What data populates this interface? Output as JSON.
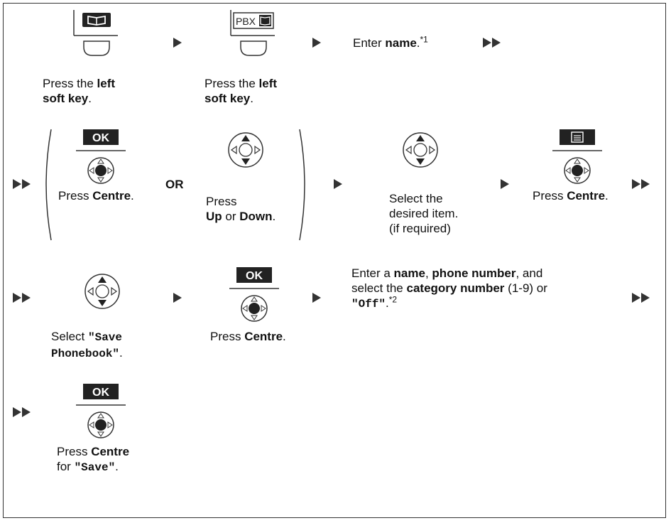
{
  "row1": {
    "step1": {
      "pre": "Press the ",
      "bold": "left",
      "line2": "soft key",
      "end": "."
    },
    "step2": {
      "icon_text": "PBX",
      "pre": "Press the ",
      "bold": "left",
      "line2": "soft key",
      "end": "."
    },
    "step3": {
      "pre": "Enter ",
      "bold": "name",
      "end": ".",
      "sup": "*1"
    }
  },
  "row2": {
    "ok_label": "OK",
    "or_label": "OR",
    "press_centre": {
      "pre": "Press ",
      "bold": "Centre",
      "end": "."
    },
    "press_updown": {
      "line1": "Press",
      "bold1": "Up",
      "mid": " or ",
      "bold2": "Down",
      "end": "."
    },
    "select_item": {
      "line1": "Select the",
      "line2": "desired item.",
      "line3": "(if required)"
    },
    "press_centre2": {
      "pre": "Press ",
      "bold": "Centre",
      "end": "."
    }
  },
  "row3": {
    "select_save": {
      "pre": "Select ",
      "mono1": "\"Save",
      "mono2": "Phonebook\"",
      "end": "."
    },
    "ok_label": "OK",
    "press_centre": {
      "pre": "Press ",
      "bold": "Centre",
      "end": "."
    },
    "enter": {
      "t1": "Enter a ",
      "b1": "name",
      ",": ", ",
      "b2": "phone number",
      "t2": ", and",
      "t3": "select the ",
      "b3": "category number",
      "t4": " (1-9) or",
      "mono": "\"Off\"",
      "t5": ".",
      "sup": "*2"
    }
  },
  "row4": {
    "ok_label": "OK",
    "press": {
      "pre": "Press ",
      "bold": "Centre",
      "line2a": "for ",
      "mono": "\"Save\"",
      "end": "."
    }
  },
  "icons": [
    "phonebook-icon",
    "pbx-phonebook-icon",
    "navigator-icon",
    "centre-key-icon",
    "menu-icon",
    "next-arrow-icon",
    "continue-arrow-icon"
  ]
}
